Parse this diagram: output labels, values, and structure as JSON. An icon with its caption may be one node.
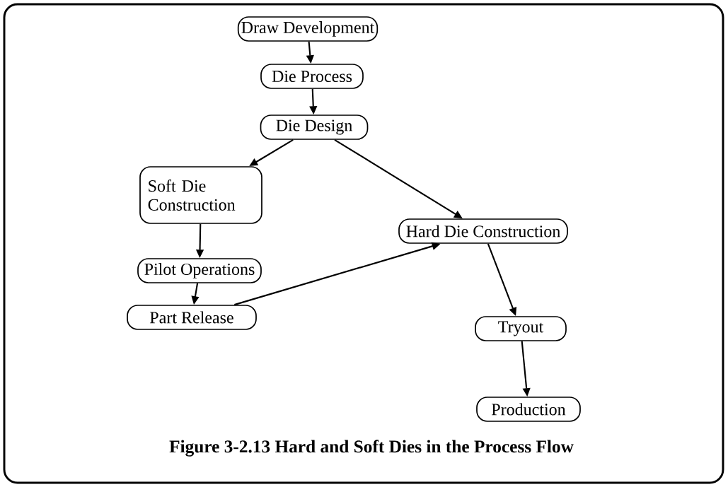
{
  "diagram": {
    "caption": "Figure 3-2.13 Hard and Soft Dies in the Process Flow",
    "nodes": [
      {
        "text": [
          "Draw Development"
        ]
      },
      {
        "text": [
          "Die Process"
        ]
      },
      {
        "text": [
          "Die Design"
        ]
      },
      {
        "text": [
          "Soft Die Construction"
        ]
      },
      {
        "text": [
          "Hard Die Construction"
        ]
      },
      {
        "text": [
          "Pilot Operations"
        ]
      },
      {
        "text": [
          "Part Release"
        ]
      },
      {
        "text": [
          "Tryout"
        ]
      },
      {
        "text": [
          "Production"
        ]
      }
    ],
    "edges": [
      {
        "from": 0,
        "to": 1,
        "arrow": "to"
      },
      {
        "from": 1,
        "to": 2,
        "arrow": "to"
      },
      {
        "from": 2,
        "to": 3,
        "arrow": "to"
      },
      {
        "from": 2,
        "to": 4,
        "arrow": "to"
      },
      {
        "from": 3,
        "to": 5,
        "arrow": "to"
      },
      {
        "from": 5,
        "to": 6,
        "arrow": "to"
      },
      {
        "from": 6,
        "to": 4,
        "arrow": "to"
      },
      {
        "from": 4,
        "to": 7,
        "arrow": "to"
      },
      {
        "from": 7,
        "to": 8,
        "arrow": "to"
      }
    ]
  }
}
